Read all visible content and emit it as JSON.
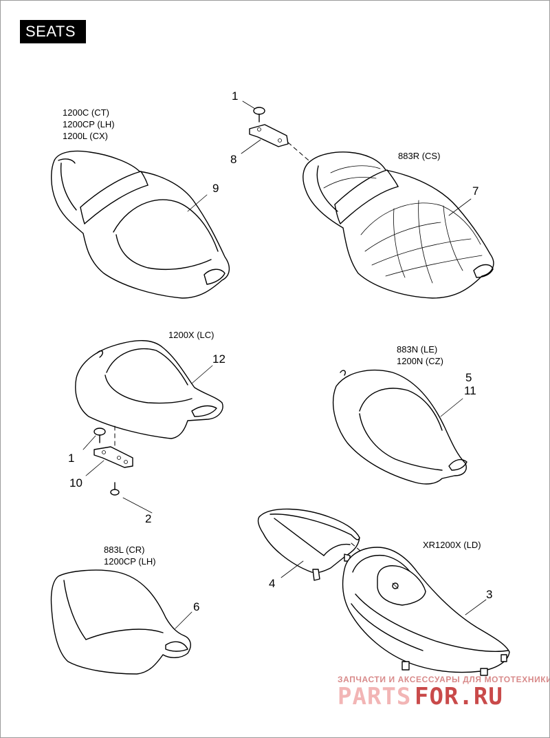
{
  "page": {
    "title": "SEATS"
  },
  "models": {
    "m9": [
      "1200C (CT)",
      "1200CP (LH)",
      "1200L (CX)"
    ],
    "m7": [
      "883R (CS)"
    ],
    "m12": [
      "1200X (LC)"
    ],
    "m5": [
      "883N (LE)",
      "1200N (CZ)"
    ],
    "m6": [
      "883L (CR)",
      "1200CP (LH)"
    ],
    "m3": [
      "XR1200X (LD)"
    ]
  },
  "callouts": {
    "c1_top": "1",
    "c8": "8",
    "c9": "9",
    "c7": "7",
    "c12": "12",
    "c1_mid": "1",
    "c10": "10",
    "c2": "2",
    "c5": "5",
    "c11": "11",
    "c6": "6",
    "c4": "4",
    "c3": "3"
  },
  "watermark": {
    "line1": "ЗАПЧАСТИ И АКСЕССУАРЫ ДЛЯ МОТОТЕХНИКИ",
    "logo_part1": "PARTS",
    "logo_part2": "FOR.RU"
  },
  "colors": {
    "ink": "#000000",
    "watermark": "#d88a8a"
  }
}
